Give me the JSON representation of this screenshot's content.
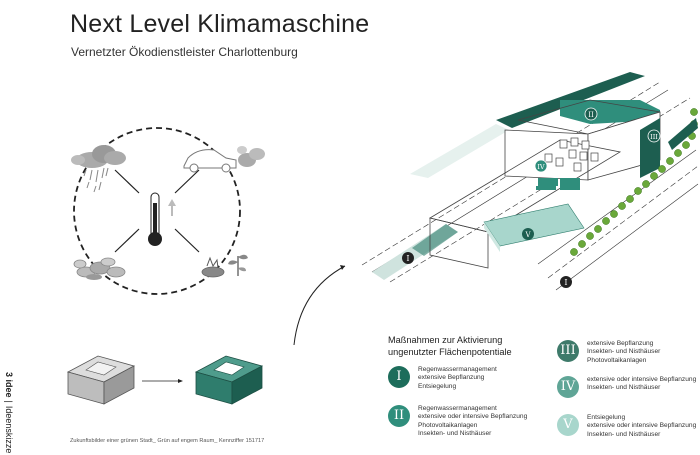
{
  "header": {
    "title": "Next Level Klimamaschine",
    "subtitle": "Vernetzter Ökodienstleister Charlottenburg"
  },
  "side_label": {
    "number": "3 idee",
    "separator": "|",
    "text": "Ideenskizze"
  },
  "caption": "Zukunftsbilder einer grünen Stadt_ Grün auf engem Raum_ Kennziffer 151717",
  "legend": {
    "heading_line1": "Maßnahmen zur Aktivierung",
    "heading_line2": "ungenutzter Flächenpotentiale",
    "items": [
      {
        "numeral": "I",
        "color": "#1d6d5b",
        "lines": [
          "Regenwassermanagement",
          "extensive Bepflanzung",
          "Entsiegelung"
        ]
      },
      {
        "numeral": "II",
        "color": "#2f8e7c",
        "lines": [
          "Regenwassermanagement",
          "extensive oder intensive Bepflanzung",
          "Photovoltaikanlagen",
          "Insekten- und Nisthäuser"
        ]
      },
      {
        "numeral": "III",
        "color": "#3e7a6a",
        "lines": [
          "extensive Bepflanzung",
          "Insekten- und Nisthäuser",
          "Photovoltaikanlagen"
        ]
      },
      {
        "numeral": "IV",
        "color": "#5fa596",
        "lines": [
          "extensive oder intensive Bepflanzung",
          "Insekten- und Nisthäuser"
        ]
      },
      {
        "numeral": "V",
        "color": "#a8d6cc",
        "lines": [
          "Entsiegelung",
          "extensive oder intensive Bepflanzung",
          "Insekten- und Nisthäuser"
        ]
      }
    ]
  },
  "plan_markers": {
    "I_left": "I",
    "I_bottom": "I",
    "II": "II",
    "III": "III",
    "IV": "IV",
    "V": "V"
  },
  "colors": {
    "dark_teal": "#1d5e50",
    "mid_teal": "#2f8e7c",
    "light_teal": "#a8d6cc",
    "grey": "#8c8c8c",
    "tree_green": "#6aa83a"
  },
  "icons": [
    "rain-cloud-icon",
    "car-exhaust-icon",
    "thermometer-icon",
    "rubble-icon",
    "dry-plant-icon",
    "isometric-block-icon",
    "isometric-green-block-icon",
    "arrow-icon"
  ]
}
